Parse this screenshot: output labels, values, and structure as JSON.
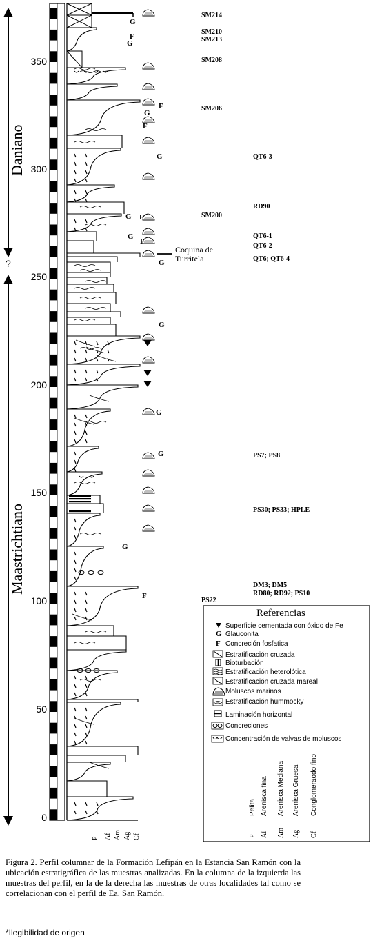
{
  "axis": {
    "ticks": [
      "0",
      "50",
      "100",
      "150",
      "200",
      "250",
      "300",
      "350"
    ]
  },
  "ages": {
    "upper": "Daniano",
    "uncertain": "?",
    "lower": "Maastrichtiano"
  },
  "annotation": {
    "line1": "Coquina de",
    "line2": "Turritela"
  },
  "samples_left": {
    "sm214": "SM214",
    "sm210": "SM210",
    "sm213": "SM213",
    "sm208": "SM208",
    "sm206": "SM206",
    "sm200": "SM200",
    "ps22": "PS22"
  },
  "samples_right": {
    "qt6_3": "QT6-3",
    "rd90": "RD90",
    "qt6_1": "QT6-1",
    "qt6_2": "QT6-2",
    "qt6_qt6_4": "QT6; QT6-4",
    "ps7_ps8": "PS7; PS8",
    "ps30_ps33_hple": "PS30; PS33; HPLE",
    "dm3_dm5": "DM3; DM5",
    "rd80_rd92_ps10": "RD80; RD92; PS10"
  },
  "symbols": {
    "g": "G",
    "f": "F"
  },
  "legend": {
    "title": "Referencias",
    "items": [
      "Superficie cementada con óxido de Fe",
      "Glauconita",
      "Concreción fosfatica",
      "Estratificación cruzada",
      "Bioturbación",
      "Estratificación heterolótica",
      "Estratificación cruzada mareal",
      "Moluscos marinos",
      "Estratificación hummocky",
      "Laminación horizontal",
      "Concreciones",
      "Concentración de valvas de moluscos"
    ],
    "grain": [
      {
        "code": "P",
        "desc": "Pelita"
      },
      {
        "code": "Af",
        "desc": "Arenisca fina"
      },
      {
        "code": "Am",
        "desc": "Arenisca Mediana"
      },
      {
        "code": "Ag",
        "desc": "Arenisca Gruesa"
      },
      {
        "code": "Cf",
        "desc": "Conglomeraodo fino"
      }
    ]
  },
  "grain_axis": [
    "P",
    "Af",
    "Am",
    "Ag",
    "Cf"
  ],
  "caption": "Figura 2. Perfil columnar de la Formación Lefipán en la Estancia San Ramón con la ubicación estratigráfica de las muestras analizadas. En la columna de la izquierda las muestras del perfil, en la de la derecha las muestras de otras localidades tal como se correlacionan con el perfil de Ea. San Ramón.",
  "footnote": "*Ilegibilidad de origen"
}
